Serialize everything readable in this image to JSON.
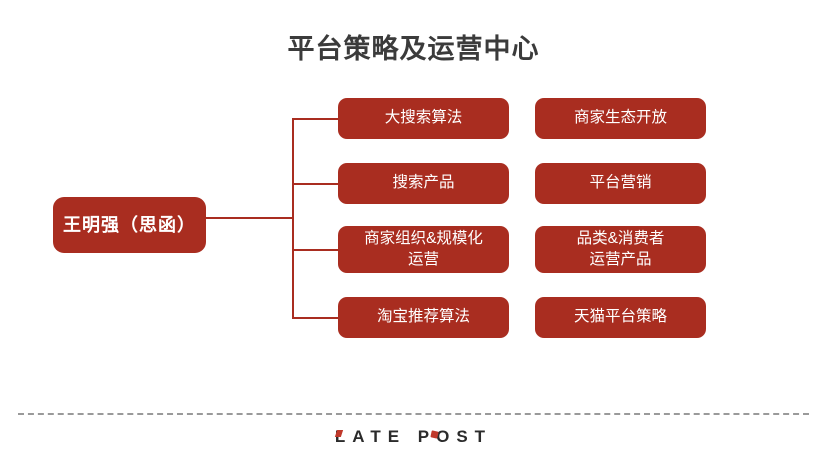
{
  "title": "平台策略及运营中心",
  "colors": {
    "node_fill": "#a92d20",
    "node_text": "#ffffff",
    "connector": "#a92d20",
    "title_text": "#3b3b3b",
    "divider": "#9a9a9a",
    "logo_text": "#2b2b2b",
    "logo_accent": "#c0392b",
    "background": "#ffffff"
  },
  "org_chart": {
    "type": "tree",
    "root": {
      "label": "王明强（思函）"
    },
    "rows": [
      {
        "col1": "大搜索算法",
        "col2": "商家生态开放"
      },
      {
        "col1": "搜索产品",
        "col2": "平台营销"
      },
      {
        "col1_line1": "商家组织&规模化",
        "col1_line2": "运营",
        "col2_line1": "品类&消费者",
        "col2_line2": "运营产品"
      },
      {
        "col1": "淘宝推荐算法",
        "col2": "天猫平台策略"
      }
    ]
  },
  "footer": {
    "logo": "LATE POST"
  }
}
